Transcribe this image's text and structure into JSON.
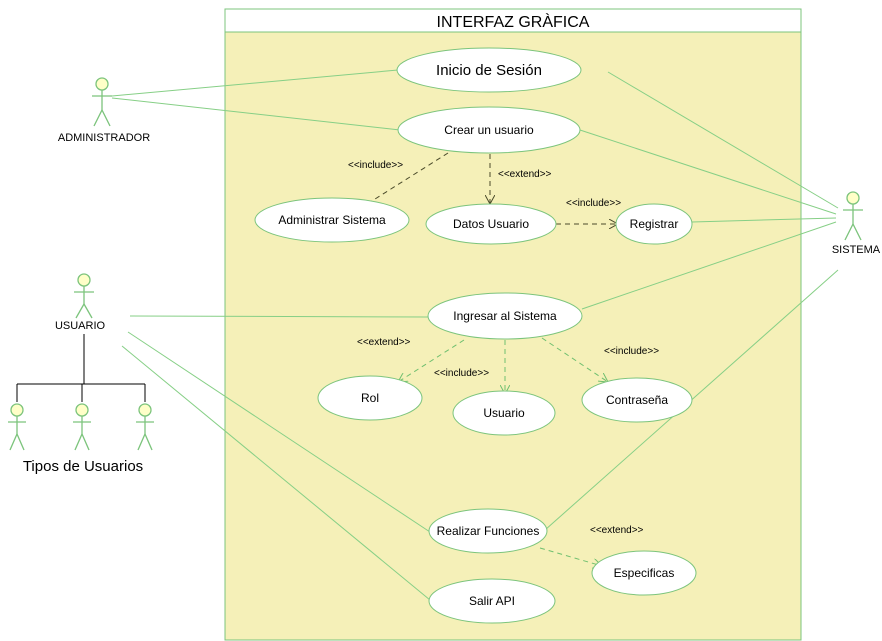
{
  "system": {
    "title": "INTERFAZ GRÀFICA"
  },
  "actors": {
    "administrador": "ADMINISTRADOR",
    "usuario": "USUARIO",
    "sistema": "SISTEMA",
    "tipos": "Tipos de Usuarios"
  },
  "use_cases": {
    "inicio": "Inicio de Sesión",
    "crear": "Crear un usuario",
    "administrar": "Administrar Sistema",
    "datos": "Datos Usuario",
    "registrar": "Registrar",
    "ingresar": "Ingresar  al Sistema",
    "rol": "Rol",
    "usuario": "Usuario",
    "contrasena": "Contraseña",
    "realizar": "Realizar Funciones",
    "especificas": "Especificas",
    "salir": "Salir API"
  },
  "stereotypes": {
    "include": "<<include>>",
    "extend": "<<extend>>"
  },
  "colors": {
    "frame_fill": "#f5f0b8",
    "frame_stroke": "#7cc47c",
    "usecase_fill": "#ffffff",
    "line": "#86cf86",
    "dashed_dark": "#4a4a2a",
    "actor": "#7cc47c"
  }
}
